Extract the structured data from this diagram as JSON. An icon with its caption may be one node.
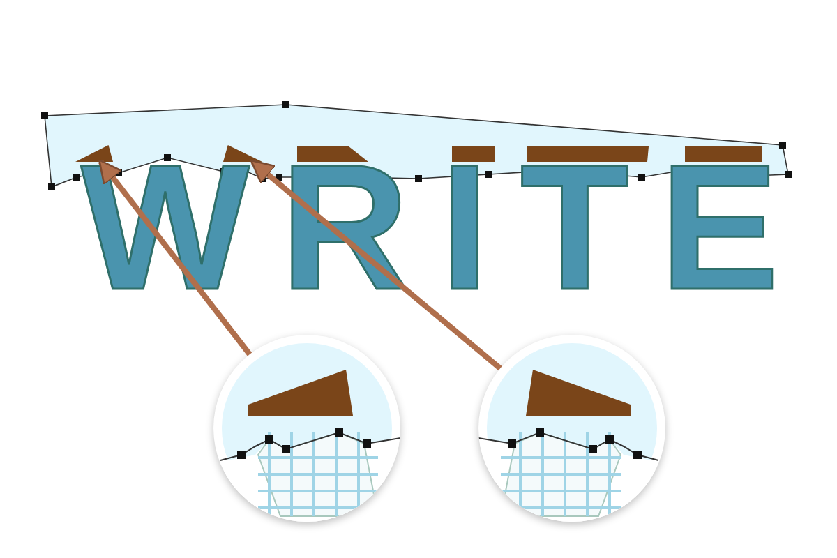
{
  "diagram": {
    "nodes": [
      {
        "text": [],
        "shape": "triangle"
      },
      {
        "text": [],
        "shape": "triangle"
      },
      {
        "text": [],
        "shape": "picture"
      },
      {
        "text": [],
        "shape": "picture"
      }
    ],
    "edges": [
      {
        "from": 2,
        "to": 0,
        "arrow": "to"
      },
      {
        "from": 3,
        "to": 1,
        "arrow": "to"
      }
    ],
    "labels": [
      "WRITE"
    ]
  }
}
